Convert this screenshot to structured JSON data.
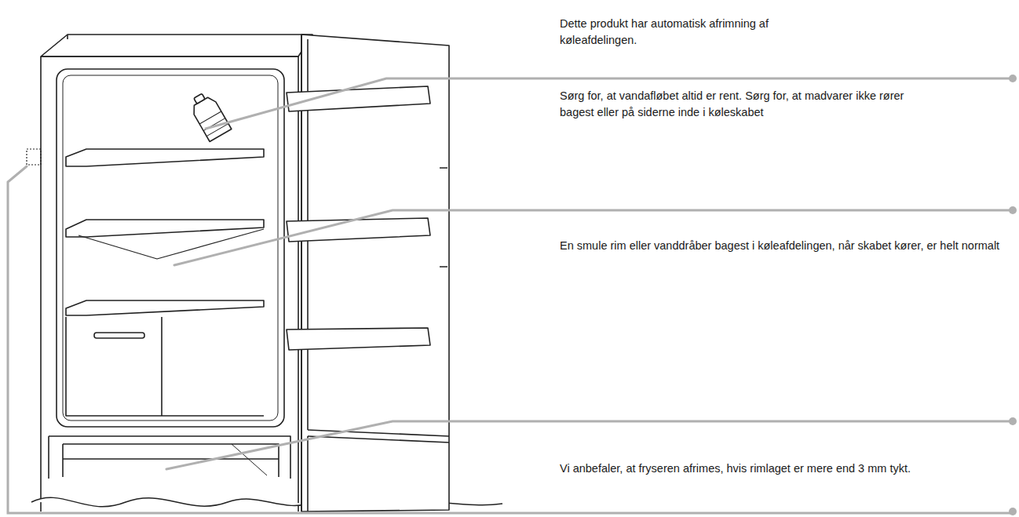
{
  "diagram": {
    "labels": [
      "Dette produkt har automatisk afrimning af køleafdelingen.",
      "Sørg for, at vandafløbet altid er rent. Sørg for, at madvarer ikke rører bagest eller på siderne inde i køleskabet",
      "En smule rim eller vanddråber bagest i køleafdelingen, når skabet kører, er helt normalt",
      "Vi anbefaler, at fryseren afrimes, hvis rimlaget er mere end 3 mm tykt."
    ]
  }
}
